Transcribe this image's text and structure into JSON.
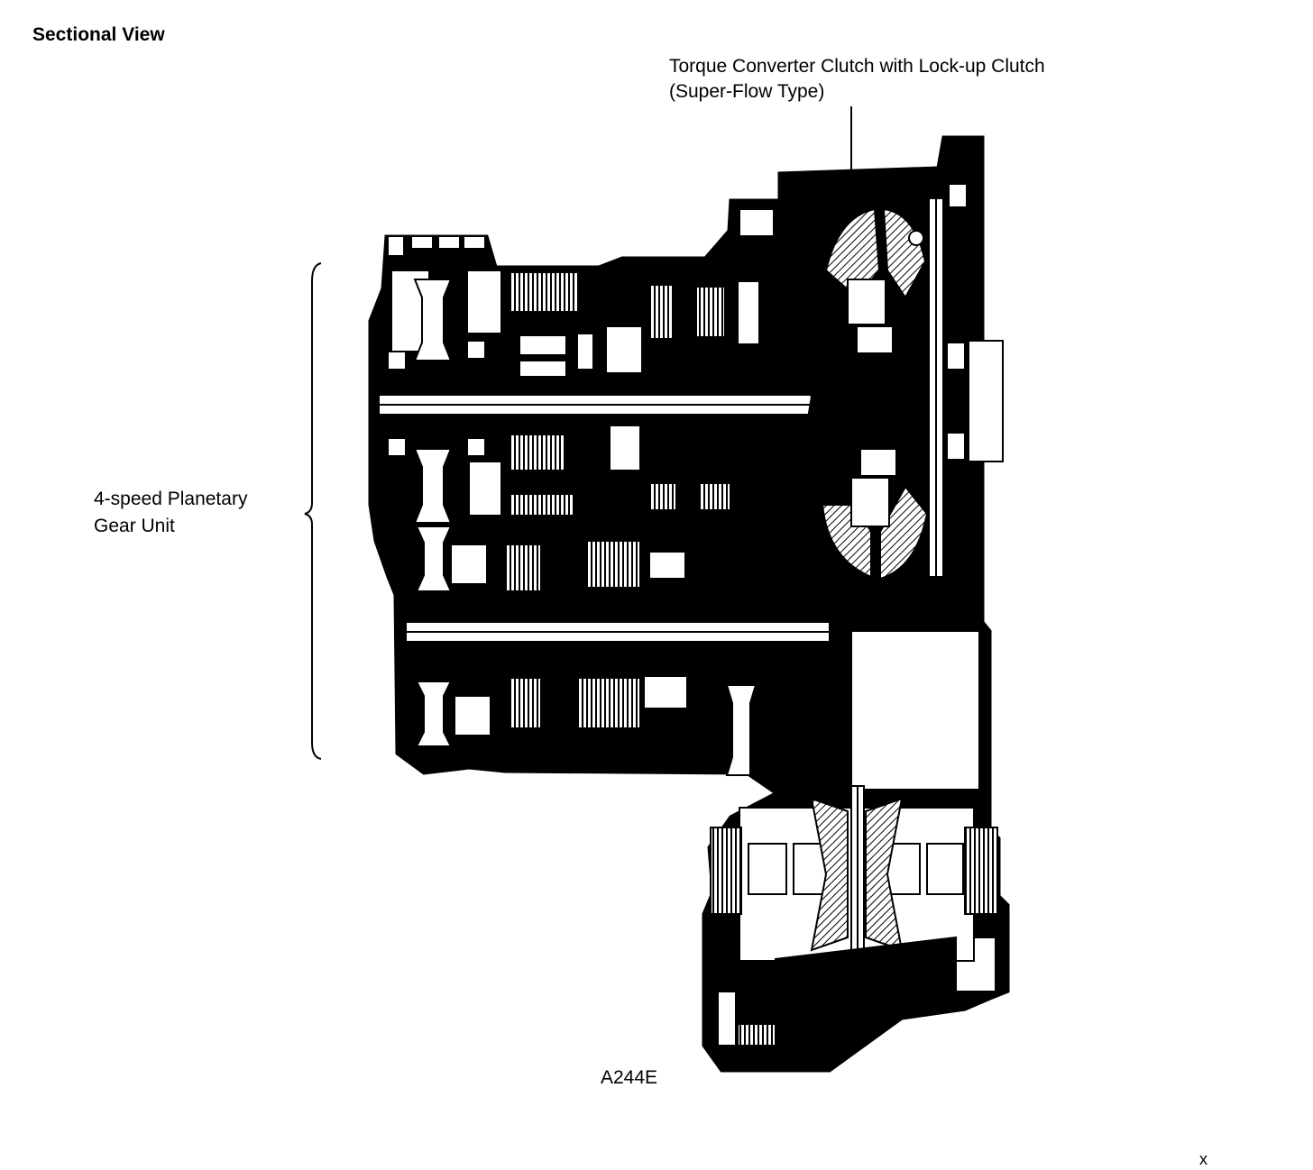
{
  "header": {
    "title": "Sectional View"
  },
  "labels": {
    "torque_converter_line1": "Torque Converter Clutch with Lock-up Clutch",
    "torque_converter_line2": "(Super-Flow Type)",
    "planetary_line1": "4-speed Planetary",
    "planetary_line2": "Gear Unit",
    "model_code": "A244E",
    "corner_mark": "x"
  },
  "drawing": {
    "subject": "automatic transaxle cross section",
    "ink_color": "#000000",
    "paper_color": "#ffffff"
  }
}
